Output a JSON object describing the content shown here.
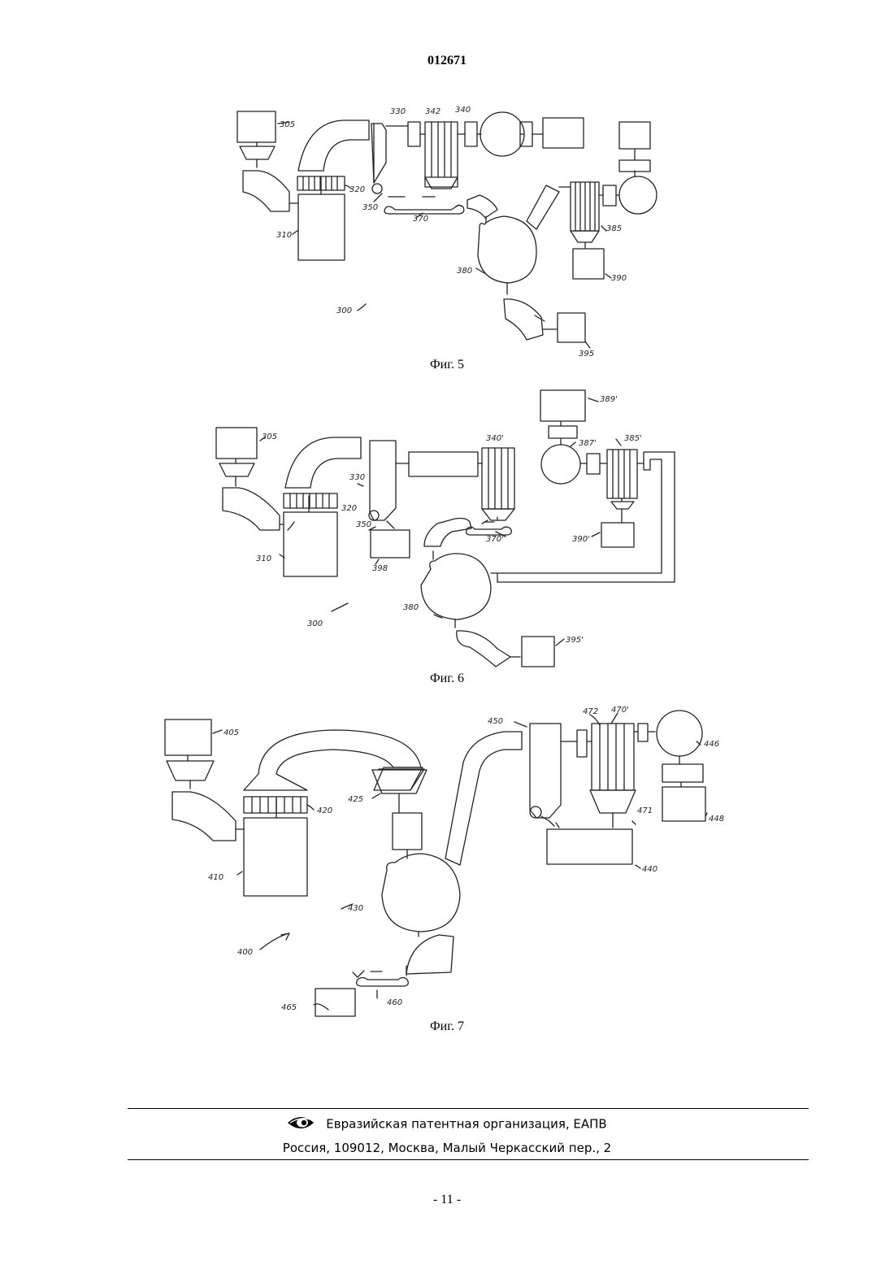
{
  "header": {
    "doc_number": "012671"
  },
  "figures": [
    {
      "caption": "Фиг. 5",
      "labels": {
        "sys": "300",
        "l305": "305",
        "l310": "310",
        "l320": "320",
        "l330": "330",
        "l342": "342",
        "l340": "340",
        "l350": "350",
        "l370": "370",
        "l380": "380",
        "l385": "385",
        "l390": "390",
        "l395": "395"
      }
    },
    {
      "caption": "Фиг. 6",
      "labels": {
        "sys": "300",
        "l305": "305",
        "l310": "310",
        "l320": "320",
        "l330": "330",
        "l340": "340'",
        "l350": "350",
        "l370": "370'",
        "l380": "380",
        "l385": "385'",
        "l387": "387'",
        "l389": "389'",
        "l390": "390'",
        "l395": "395'",
        "l398": "398"
      }
    },
    {
      "caption": "Фиг. 7",
      "labels": {
        "sys": "400",
        "l405": "405",
        "l410": "410",
        "l420": "420",
        "l425": "425",
        "l430": "430",
        "l440": "440",
        "l446": "446",
        "l448": "448",
        "l450": "450",
        "l460": "460",
        "l465": "465",
        "l470": "470'",
        "l471": "471",
        "l472": "472"
      }
    }
  ],
  "footer": {
    "organization": "Евразийская патентная организация, ЕАПВ",
    "address": "Россия, 109012, Москва, Малый Черкасский пер., 2",
    "page_number": "- 11 -"
  },
  "icons": {
    "logo": "eapo-eye-logo"
  }
}
